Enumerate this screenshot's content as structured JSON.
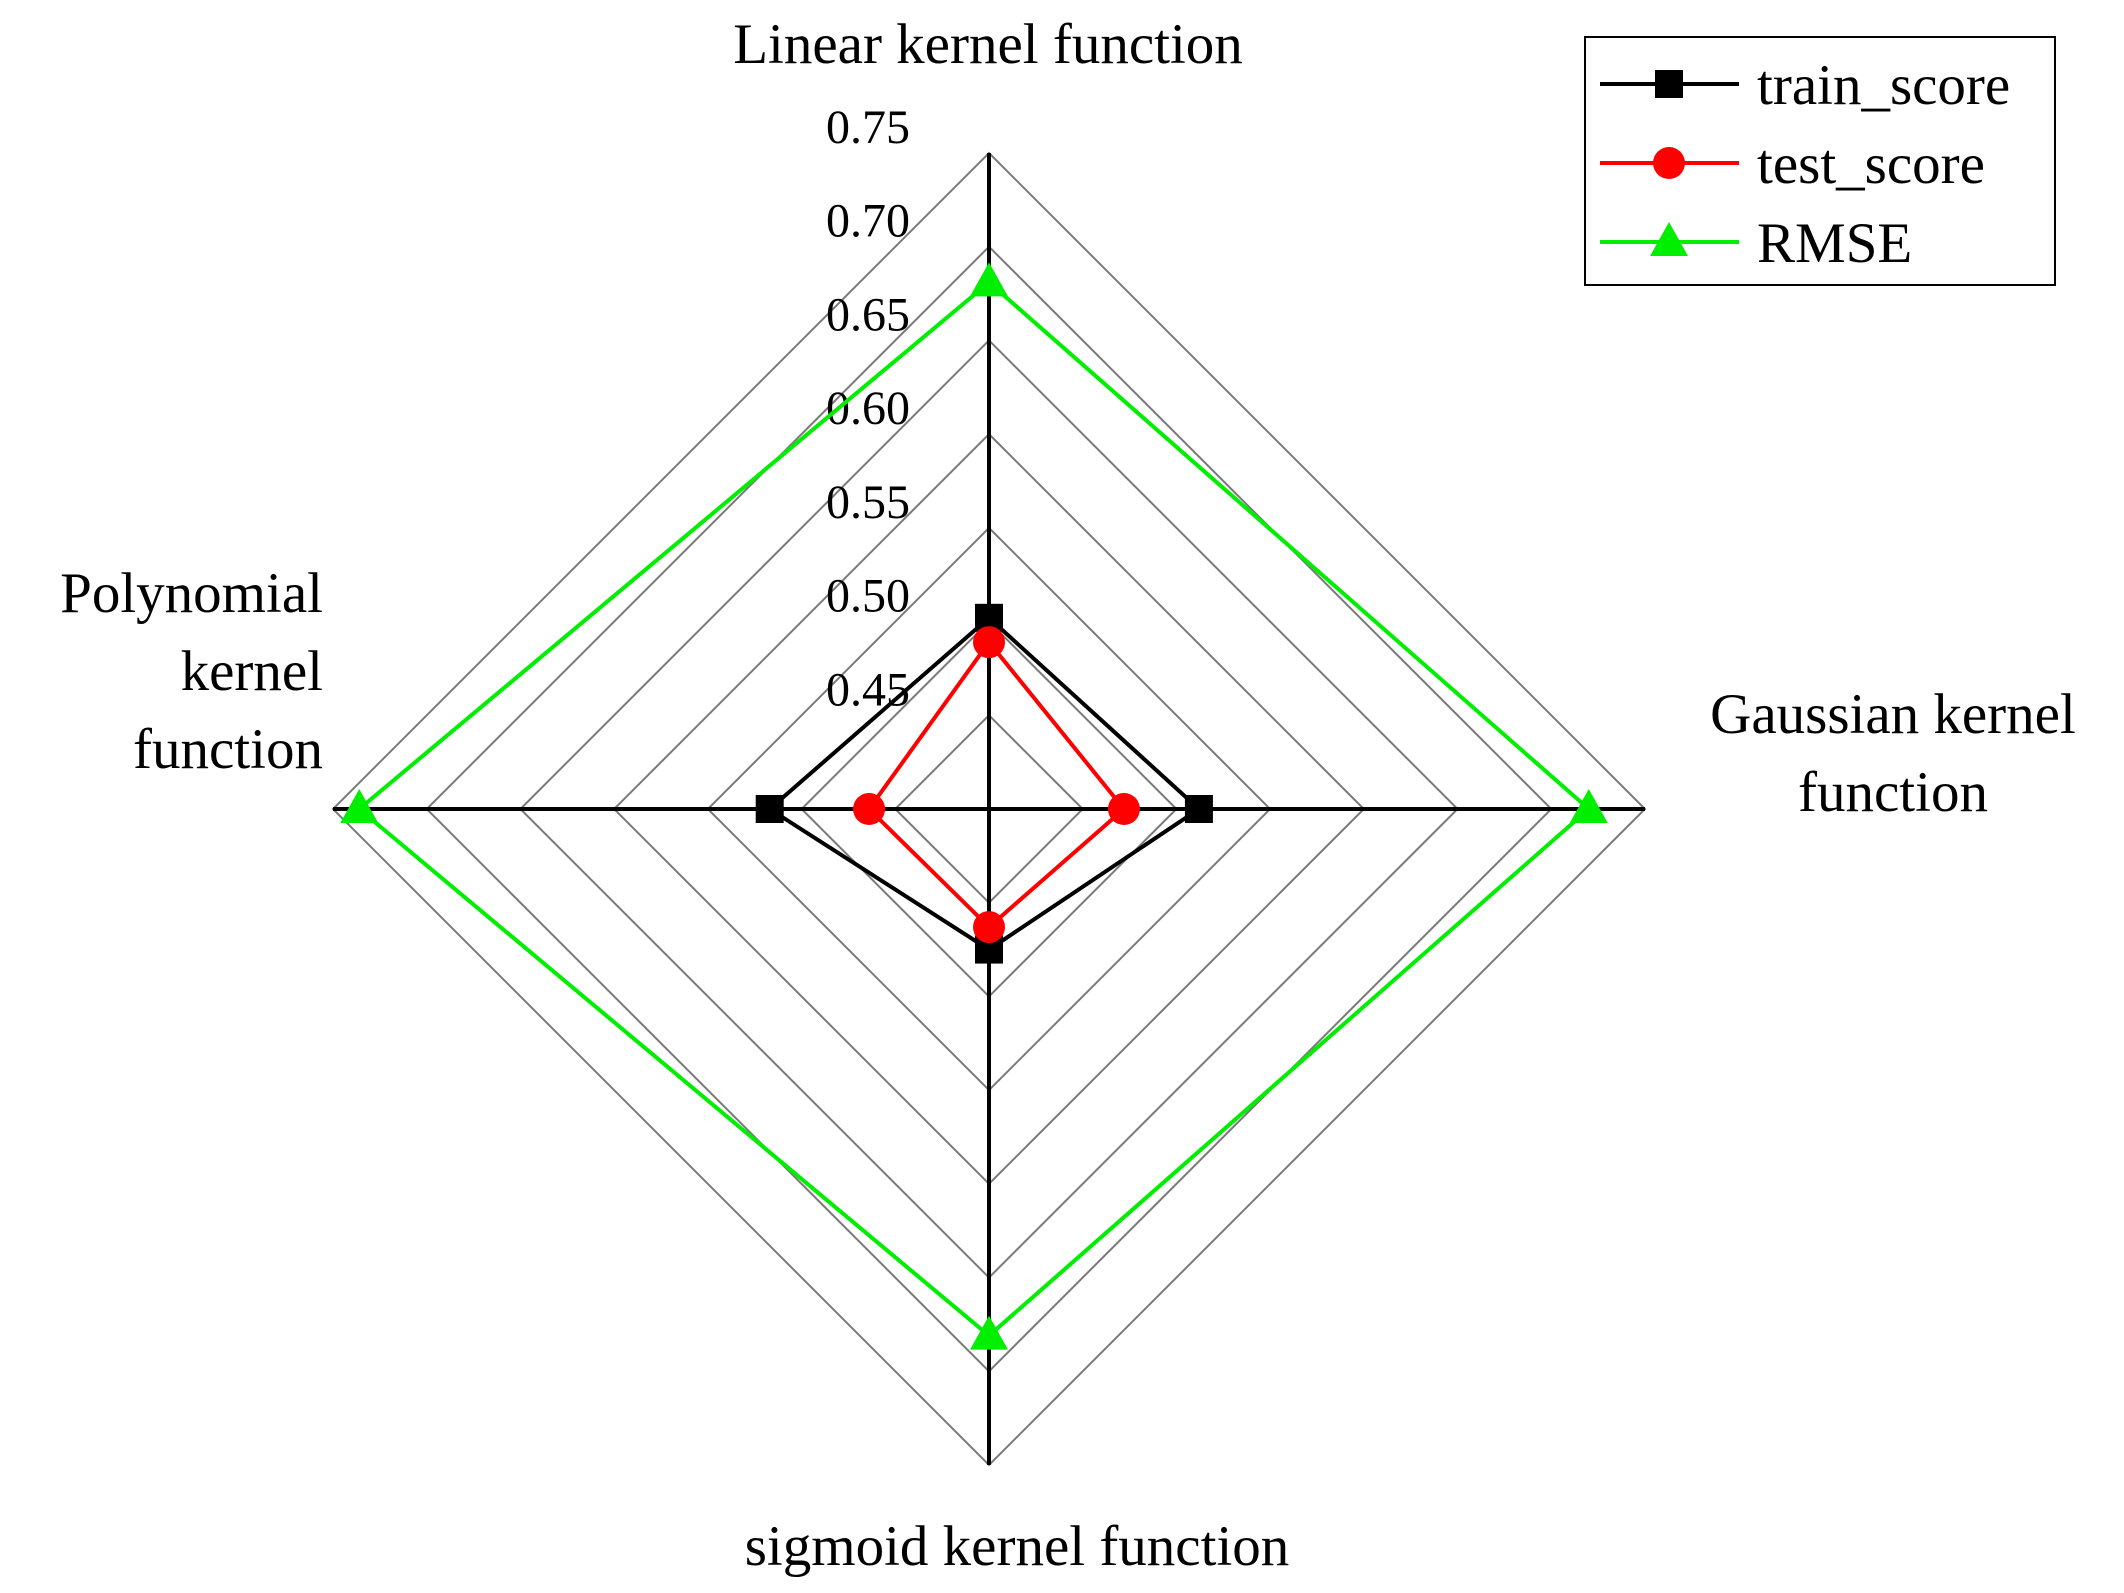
{
  "chart_data": {
    "type": "radar",
    "axes": [
      {
        "key": "linear",
        "label_lines": [
          "Linear kernel function"
        ]
      },
      {
        "key": "gaussian",
        "label_lines": [
          "Gaussian kernel",
          "function"
        ]
      },
      {
        "key": "sigmoid",
        "label_lines": [
          "sigmoid kernel function"
        ]
      },
      {
        "key": "polynomial",
        "label_lines": [
          "Polynomial",
          "kernel",
          "function"
        ]
      }
    ],
    "radial_range": [
      0.4,
      0.75
    ],
    "radial_ticks": [
      "0.45",
      "0.50",
      "0.55",
      "0.60",
      "0.65",
      "0.70",
      "0.75"
    ],
    "grid": true,
    "legend_position": "top-right",
    "series": [
      {
        "name": "train_score",
        "color": "#000000",
        "marker": "square",
        "values": [
          0.502,
          0.512,
          0.475,
          0.517
        ]
      },
      {
        "name": "test_score",
        "color": "#ff0000",
        "marker": "circle",
        "values": [
          0.489,
          0.472,
          0.463,
          0.464
        ]
      },
      {
        "name": "RMSE",
        "color": "#00ee00",
        "marker": "triangle",
        "values": [
          0.681,
          0.72,
          0.681,
          0.736
        ]
      }
    ]
  }
}
